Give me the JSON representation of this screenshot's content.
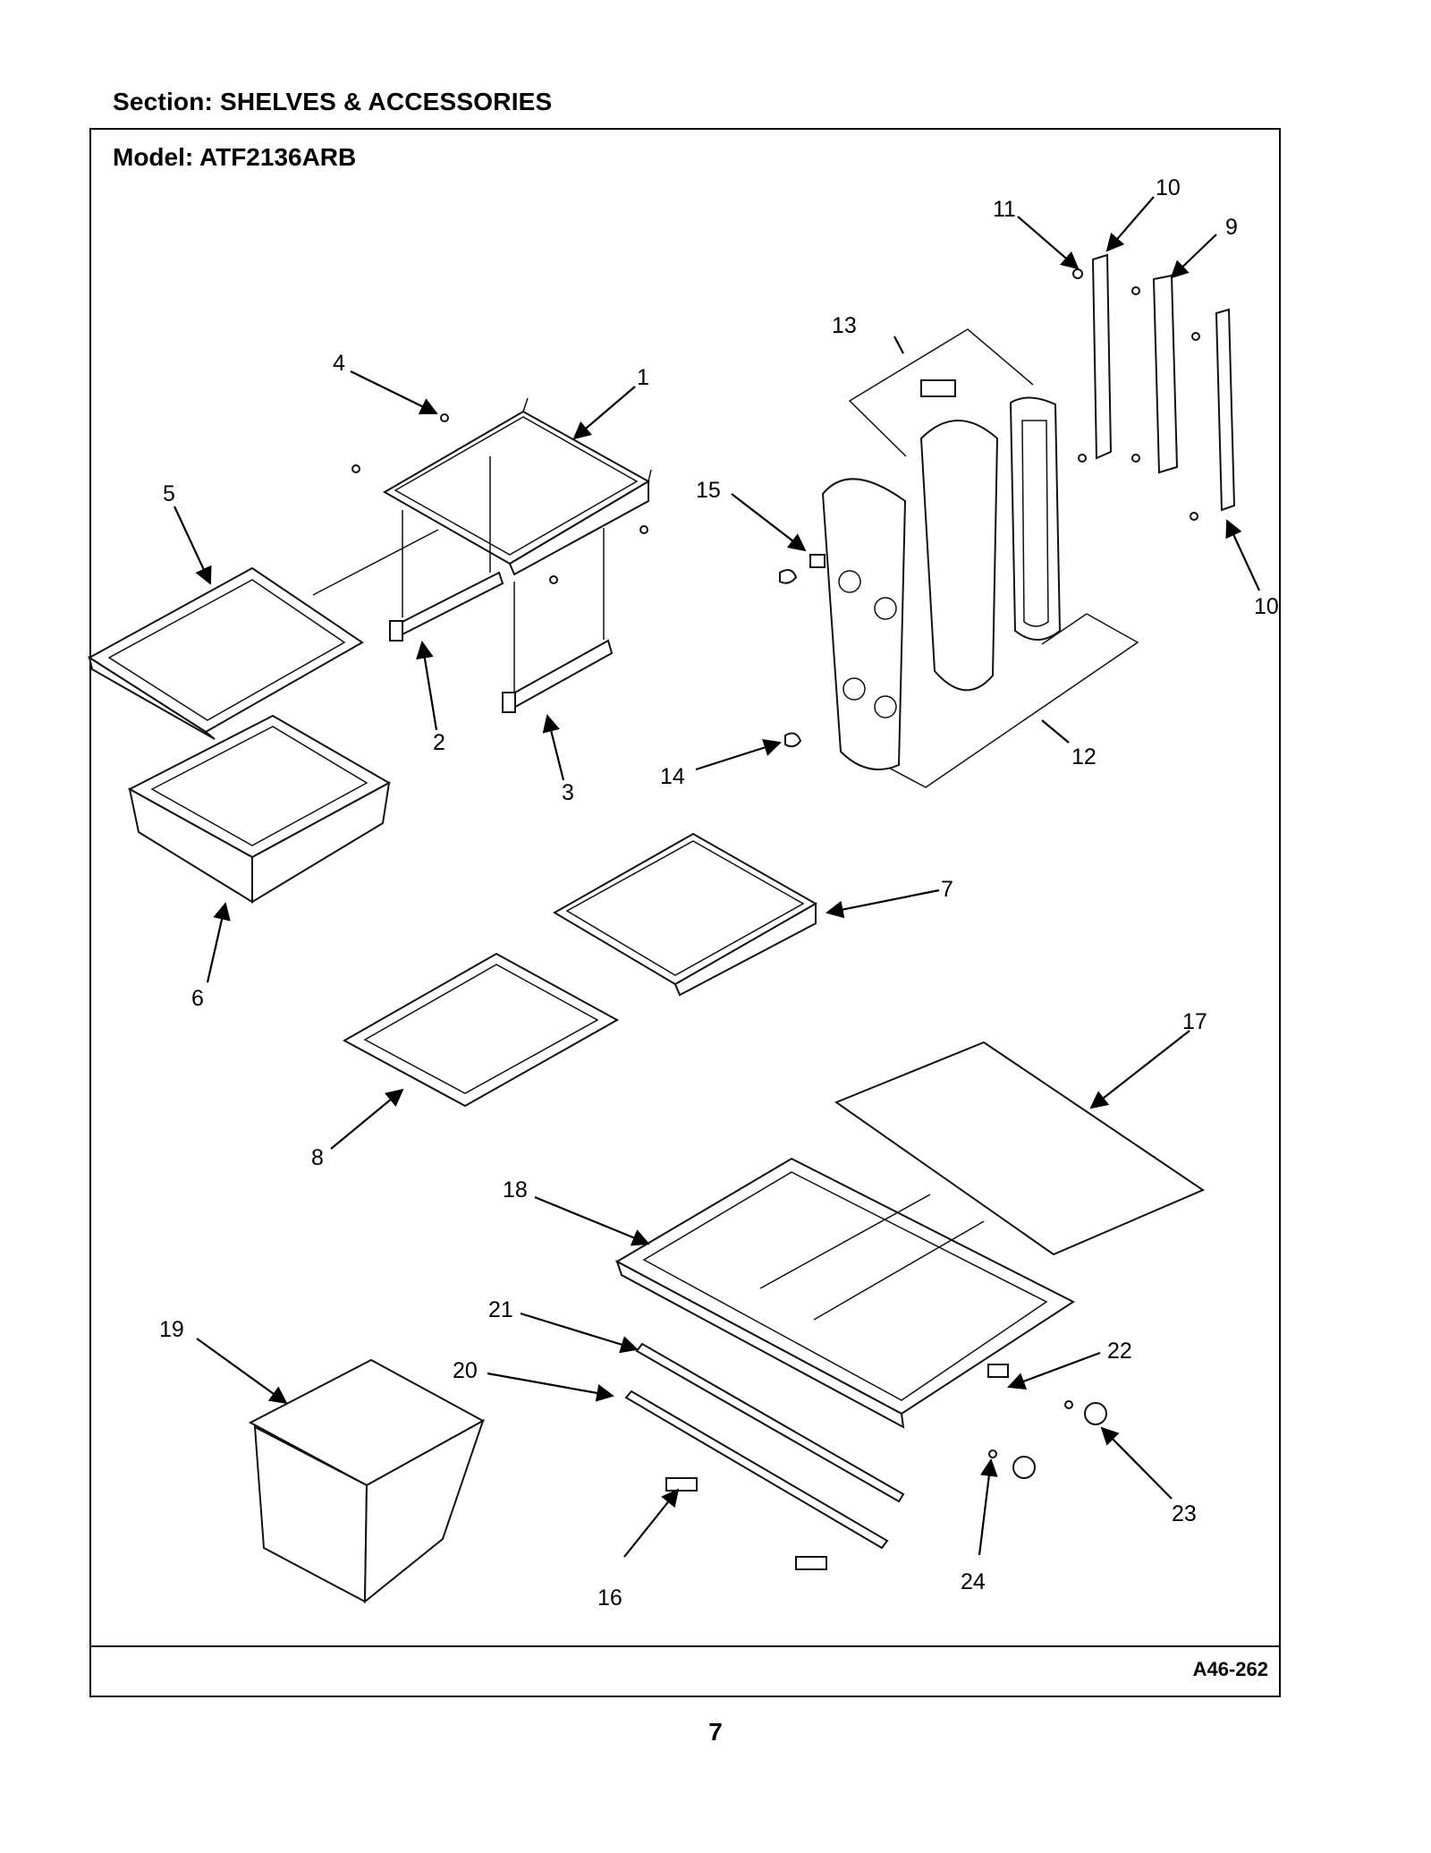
{
  "header": {
    "section": "Section:  SHELVES & ACCESSORIES",
    "model": "Model:  ATF2136ARB"
  },
  "footer": {
    "figure_id": "A46-262",
    "page_number": "7"
  },
  "callouts": {
    "c1": "1",
    "c2": "2",
    "c3": "3",
    "c4": "4",
    "c5": "5",
    "c6": "6",
    "c7": "7",
    "c8": "8",
    "c9": "9",
    "c10a": "10",
    "c10b": "10",
    "c11": "11",
    "c12": "12",
    "c13": "13",
    "c14": "14",
    "c15": "15",
    "c16": "16",
    "c17": "17",
    "c18": "18",
    "c19": "19",
    "c20": "20",
    "c21": "21",
    "c22": "22",
    "c23": "23",
    "c24": "24"
  }
}
